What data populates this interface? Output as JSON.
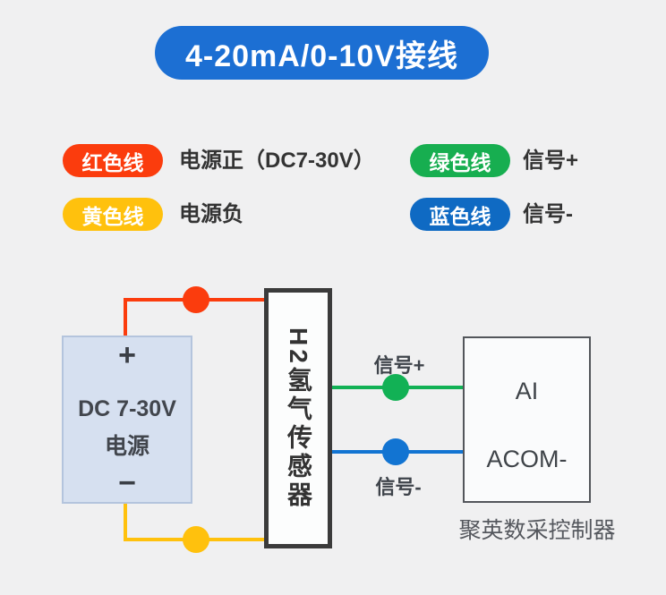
{
  "page": {
    "background_color": "#f0f0f1"
  },
  "title": {
    "text": "4-20mA/0-10V接线",
    "bg_color": "#1c6fd3",
    "text_color": "#ffffff"
  },
  "legend": {
    "items": [
      {
        "pill": "红色线",
        "color": "#fb3c0d",
        "label": "电源正（DC7-30V）"
      },
      {
        "pill": "黄色线",
        "color": "#ffc10d",
        "label": "电源负"
      },
      {
        "pill": "绿色线",
        "color": "#17ae50",
        "label": "信号+"
      },
      {
        "pill": "蓝色线",
        "color": "#0f6ac3",
        "label": "信号-"
      }
    ]
  },
  "diagram": {
    "power_box": {
      "plus": "+",
      "name_line1": "DC 7-30V",
      "name_line2": "电源",
      "minus": "−",
      "fill_color": "#d6e0f0",
      "border_color": "#b4c4dd"
    },
    "sensor_box": {
      "label": "H2氢气传感器",
      "border_color": "#3b3b3b"
    },
    "controller_box": {
      "port_top": "AI",
      "port_bottom": "ACOM-",
      "caption": "聚英数采控制器",
      "border_color": "#53565b"
    },
    "wire_labels": {
      "signal_plus": "信号+",
      "signal_minus": "信号-"
    },
    "wire_colors": {
      "red": "#fb3c0d",
      "yellow": "#ffc10d",
      "green": "#12b155",
      "blue": "#1274d2"
    }
  }
}
